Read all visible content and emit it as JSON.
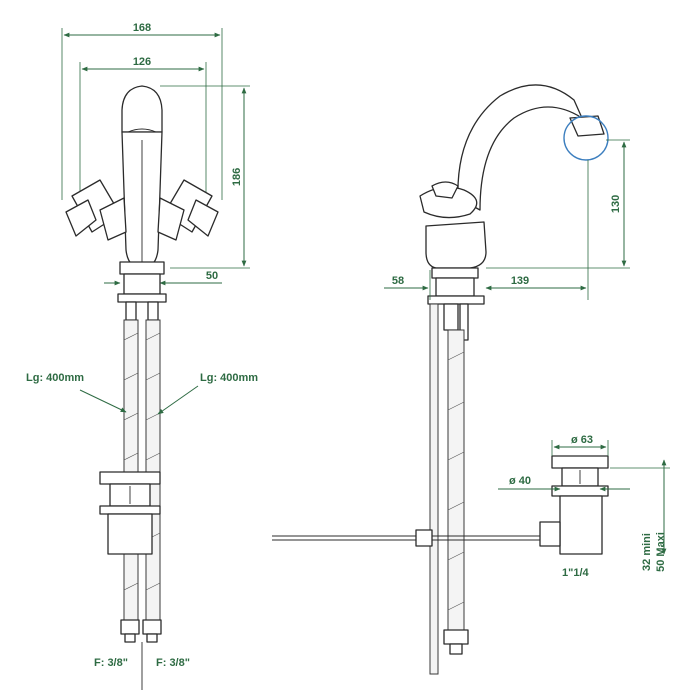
{
  "colors": {
    "dimension": "#2e6b43",
    "outline": "#2b2b2b",
    "highlight": "#3d7fbf"
  },
  "front_view": {
    "width_overall": "168",
    "width_spout": "126",
    "height": "186",
    "base_offset": "50",
    "hose_label_left": "Lg: 400mm",
    "hose_label_right": "Lg: 400mm",
    "thread_left": "F: 3/8\"",
    "thread_right": "F: 3/8\""
  },
  "side_view": {
    "spout_height": "130",
    "rear_offset": "58",
    "spout_reach": "139"
  },
  "waste_detail": {
    "diameter_top": "ø 63",
    "diameter_inner": "ø 40",
    "thread": "1\"1/4",
    "thickness_min": "32 mini",
    "thickness_max": "50 Maxi"
  }
}
